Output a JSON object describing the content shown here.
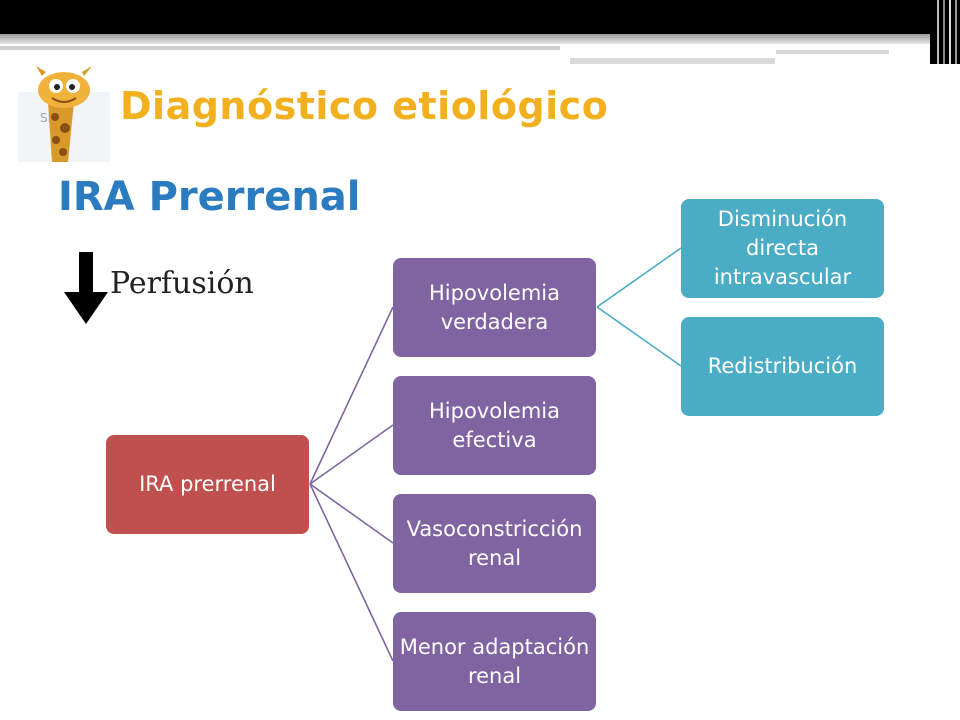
{
  "header": {
    "title": "Diagnóstico etiológico",
    "subtitle": "IRA Prerrenal"
  },
  "indicator": {
    "label": "Perfusión",
    "icon": "down-arrow-icon"
  },
  "logo": {
    "icon": "giraffe-logo",
    "text": "SRF"
  },
  "diagram": {
    "root": "IRA prerrenal",
    "level2": [
      "Hipovolemia verdadera",
      "Hipovolemia efectiva",
      "Vasoconstricción renal",
      "Menor adaptación renal"
    ],
    "level3": [
      "Disminución directa intravascular",
      "Redistribución"
    ],
    "colors": {
      "root": "#c0504d",
      "level2": "#8064a2",
      "level3": "#4bacc6",
      "title": "#f2b01e",
      "subtitle": "#2a7bbf"
    }
  }
}
